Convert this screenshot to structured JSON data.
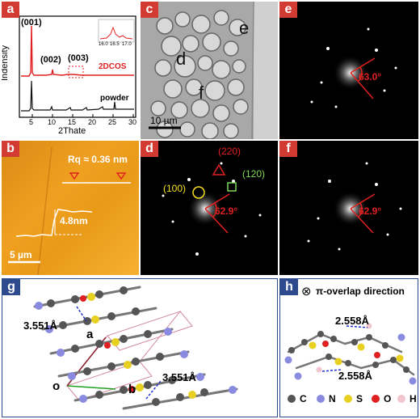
{
  "panel_a": {
    "label": "a",
    "ylabel": "Indensity",
    "xlabel": "2Thate",
    "xticks": [
      "5",
      "10",
      "15",
      "20",
      "25",
      "30"
    ],
    "peak_labels": [
      "(001)",
      "(002)",
      "(003)"
    ],
    "series": [
      "2DCOS",
      "powder"
    ],
    "colors": {
      "2DCOS": "#e02020",
      "powder": "#111111"
    },
    "inset_ticks": [
      "16.0",
      "16.5",
      "17.0"
    ]
  },
  "panel_b": {
    "label": "b",
    "roughness": "Rq ≈ 0.36 nm",
    "height": "4.8nm",
    "scale": "5 µm"
  },
  "panel_c": {
    "label": "c",
    "region_labels": [
      "d",
      "e",
      "f"
    ],
    "scale": "10 µm"
  },
  "panel_d": {
    "label": "d",
    "planes": [
      "(220)",
      "(120)",
      "(100)"
    ],
    "plane_colors": [
      "#e02020",
      "#7ed957",
      "#f5e020"
    ],
    "angle": "62.9°"
  },
  "panel_e": {
    "label": "e",
    "angle": "63.0°"
  },
  "panel_f": {
    "label": "f",
    "angle": "62.9°"
  },
  "panel_g": {
    "label": "g",
    "distances": [
      "3.551Å",
      "3.551Å"
    ],
    "axes": [
      "a",
      "o",
      "b"
    ]
  },
  "panel_h": {
    "label": "h",
    "title": "π-overlap direction",
    "distances": [
      "2.558Å",
      "2.558Å"
    ]
  },
  "legend": [
    {
      "symbol": "C",
      "color": "#555555"
    },
    {
      "symbol": "N",
      "color": "#8a8ae0"
    },
    {
      "symbol": "S",
      "color": "#e8d020"
    },
    {
      "symbol": "O",
      "color": "#e02020"
    },
    {
      "symbol": "H",
      "color": "#f2c6cf"
    }
  ]
}
